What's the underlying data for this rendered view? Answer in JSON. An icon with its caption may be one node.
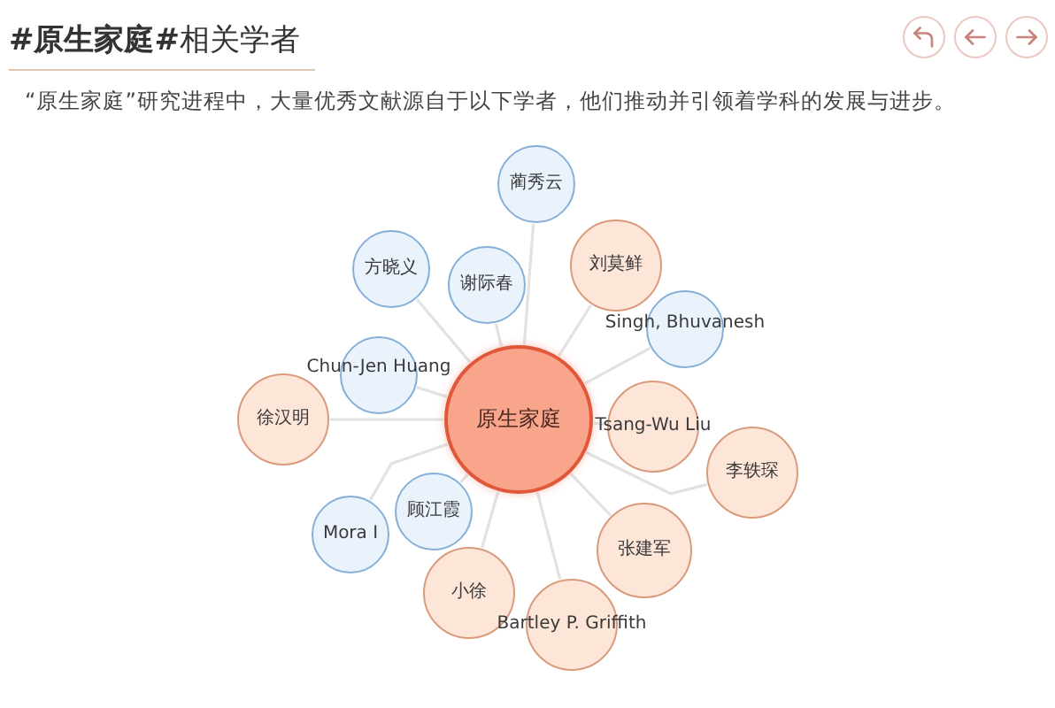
{
  "diagram": {
    "title": "**#原生家庭#**相关学者",
    "nodes": [
      {
        "text": [
          "蔺秀云"
        ]
      },
      {
        "text": [
          "方晓义"
        ]
      },
      {
        "text": [
          "谢际春"
        ]
      },
      {
        "text": [
          "刘莫鲜"
        ]
      },
      {
        "text": [
          "Singh, Bhuvanesh"
        ]
      },
      {
        "text": [
          "Chun-Jen Huang"
        ]
      },
      {
        "text": [
          "徐汉明"
        ]
      },
      {
        "text": [
          "原生家庭"
        ]
      },
      {
        "text": [
          "Tsang-Wu Liu"
        ]
      },
      {
        "text": [
          "李轶琛"
        ]
      },
      {
        "text": [
          "顾江霞"
        ]
      },
      {
        "text": [
          "Mora I"
        ]
      },
      {
        "text": [
          "张建军"
        ]
      },
      {
        "text": [
          "小徐"
        ]
      },
      {
        "text": [
          "Bartley P. Griffith"
        ]
      }
    ],
    "edges": [
      {
        "from": 7,
        "to": 0,
        "arrow": "none"
      },
      {
        "from": 7,
        "to": 1,
        "arrow": "none"
      },
      {
        "from": 7,
        "to": 2,
        "arrow": "none"
      },
      {
        "from": 7,
        "to": 3,
        "arrow": "none"
      },
      {
        "from": 7,
        "to": 4,
        "arrow": "none"
      },
      {
        "from": 7,
        "to": 5,
        "arrow": "none"
      },
      {
        "from": 7,
        "to": 6,
        "arrow": "none"
      },
      {
        "from": 7,
        "to": 8,
        "arrow": "none"
      },
      {
        "from": 7,
        "to": 9,
        "arrow": "none"
      },
      {
        "from": 7,
        "to": 10,
        "arrow": "none"
      },
      {
        "from": 7,
        "to": 11,
        "arrow": "none"
      },
      {
        "from": 7,
        "to": 12,
        "arrow": "none"
      },
      {
        "from": 7,
        "to": 13,
        "arrow": "none"
      },
      {
        "from": 7,
        "to": 14,
        "arrow": "none"
      }
    ],
    "labels": [
      "“原生家庭”研究进程中，大量优秀文献源自于以下学者，他们推动并引领着学科的发展与进步。"
    ]
  }
}
